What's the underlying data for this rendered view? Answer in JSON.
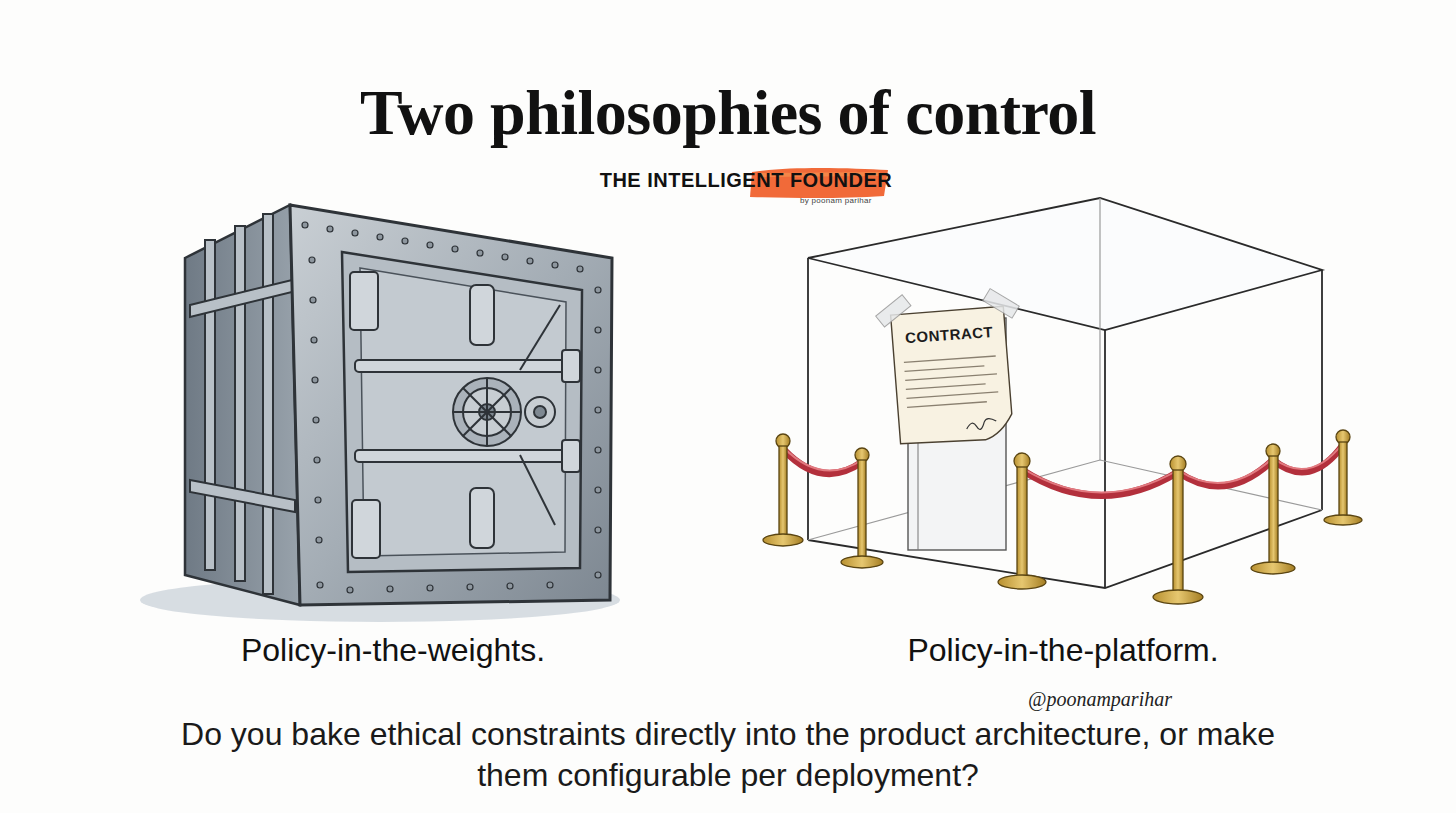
{
  "diagram": {
    "title": "Two philosophies of control",
    "caption": "Do you bake ethical constraints directly into the product architecture, or make them configurable per deployment?",
    "nodes": [
      {
        "text": [
          "CONTRACT"
        ]
      }
    ],
    "labels": [
      "THE INTELLIGENT FOUNDER",
      "by poonam parihar",
      "Policy-in-the-weights.",
      "Policy-in-the-platform.",
      "@poonamparihar"
    ]
  }
}
